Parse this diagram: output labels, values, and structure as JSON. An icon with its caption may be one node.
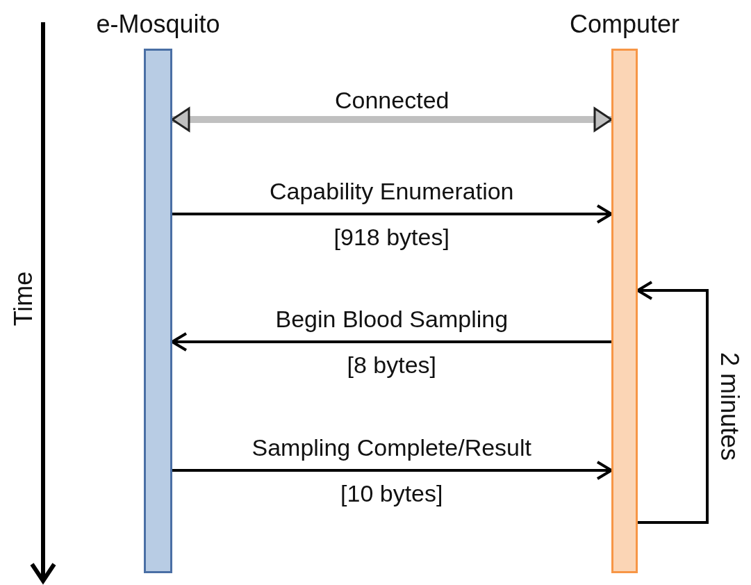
{
  "diagram": {
    "nodes": [
      {
        "text": [
          "e-Mosquito"
        ]
      },
      {
        "text": [
          "Computer"
        ]
      }
    ],
    "edges": [
      {
        "from": 0,
        "to": 1,
        "arrow": "both",
        "label": "Connected",
        "style": "thick",
        "color": "#c0c0c0"
      },
      {
        "from": 0,
        "to": 1,
        "arrow": "to",
        "label": "Capability Enumeration [918 bytes]"
      },
      {
        "from": 1,
        "to": 0,
        "arrow": "to",
        "label": "Begin Blood Sampling [8 bytes]"
      },
      {
        "from": 0,
        "to": 1,
        "arrow": "to",
        "label": "Sampling Complete/Result [10 bytes]"
      },
      {
        "from": 1,
        "to": 1,
        "arrow": "to",
        "label": "2 minutes"
      }
    ],
    "labels": [
      "Time"
    ]
  }
}
